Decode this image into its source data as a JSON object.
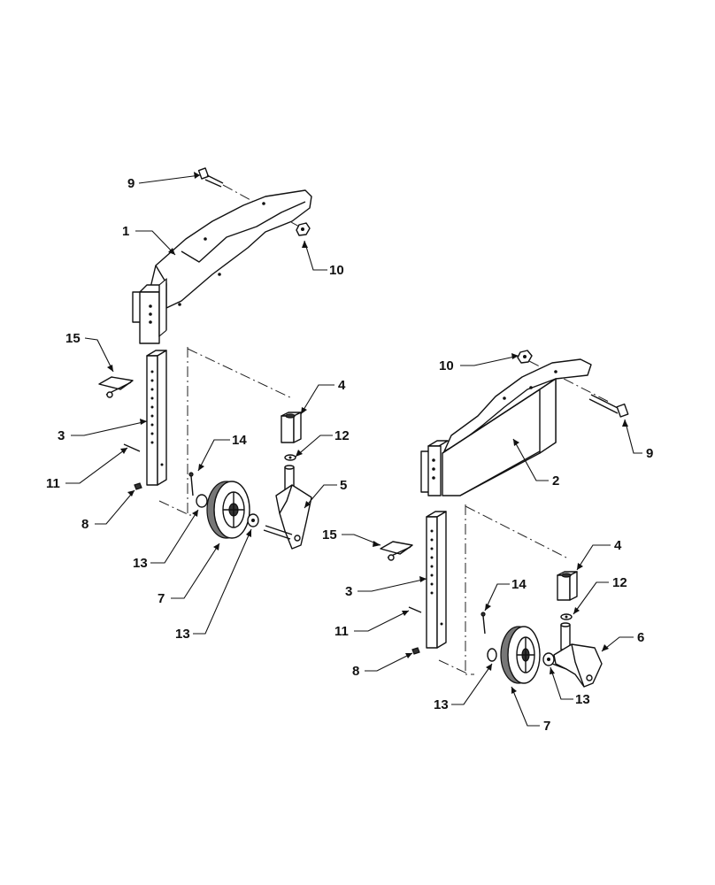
{
  "callouts": {
    "left": {
      "n1": "1",
      "n3": "3",
      "n4": "4",
      "n5": "5",
      "n7": "7",
      "n8": "8",
      "n9": "9",
      "n10": "10",
      "n11": "11",
      "n12": "12",
      "n13a": "13",
      "n13b": "13",
      "n14": "14",
      "n15": "15"
    },
    "right": {
      "n2": "2",
      "n3": "3",
      "n4": "4",
      "n6": "6",
      "n7": "7",
      "n8": "8",
      "n9": "9",
      "n10": "10",
      "n11": "11",
      "n12": "12",
      "n13a": "13",
      "n13b": "13",
      "n14": "14",
      "n15": "15"
    }
  }
}
